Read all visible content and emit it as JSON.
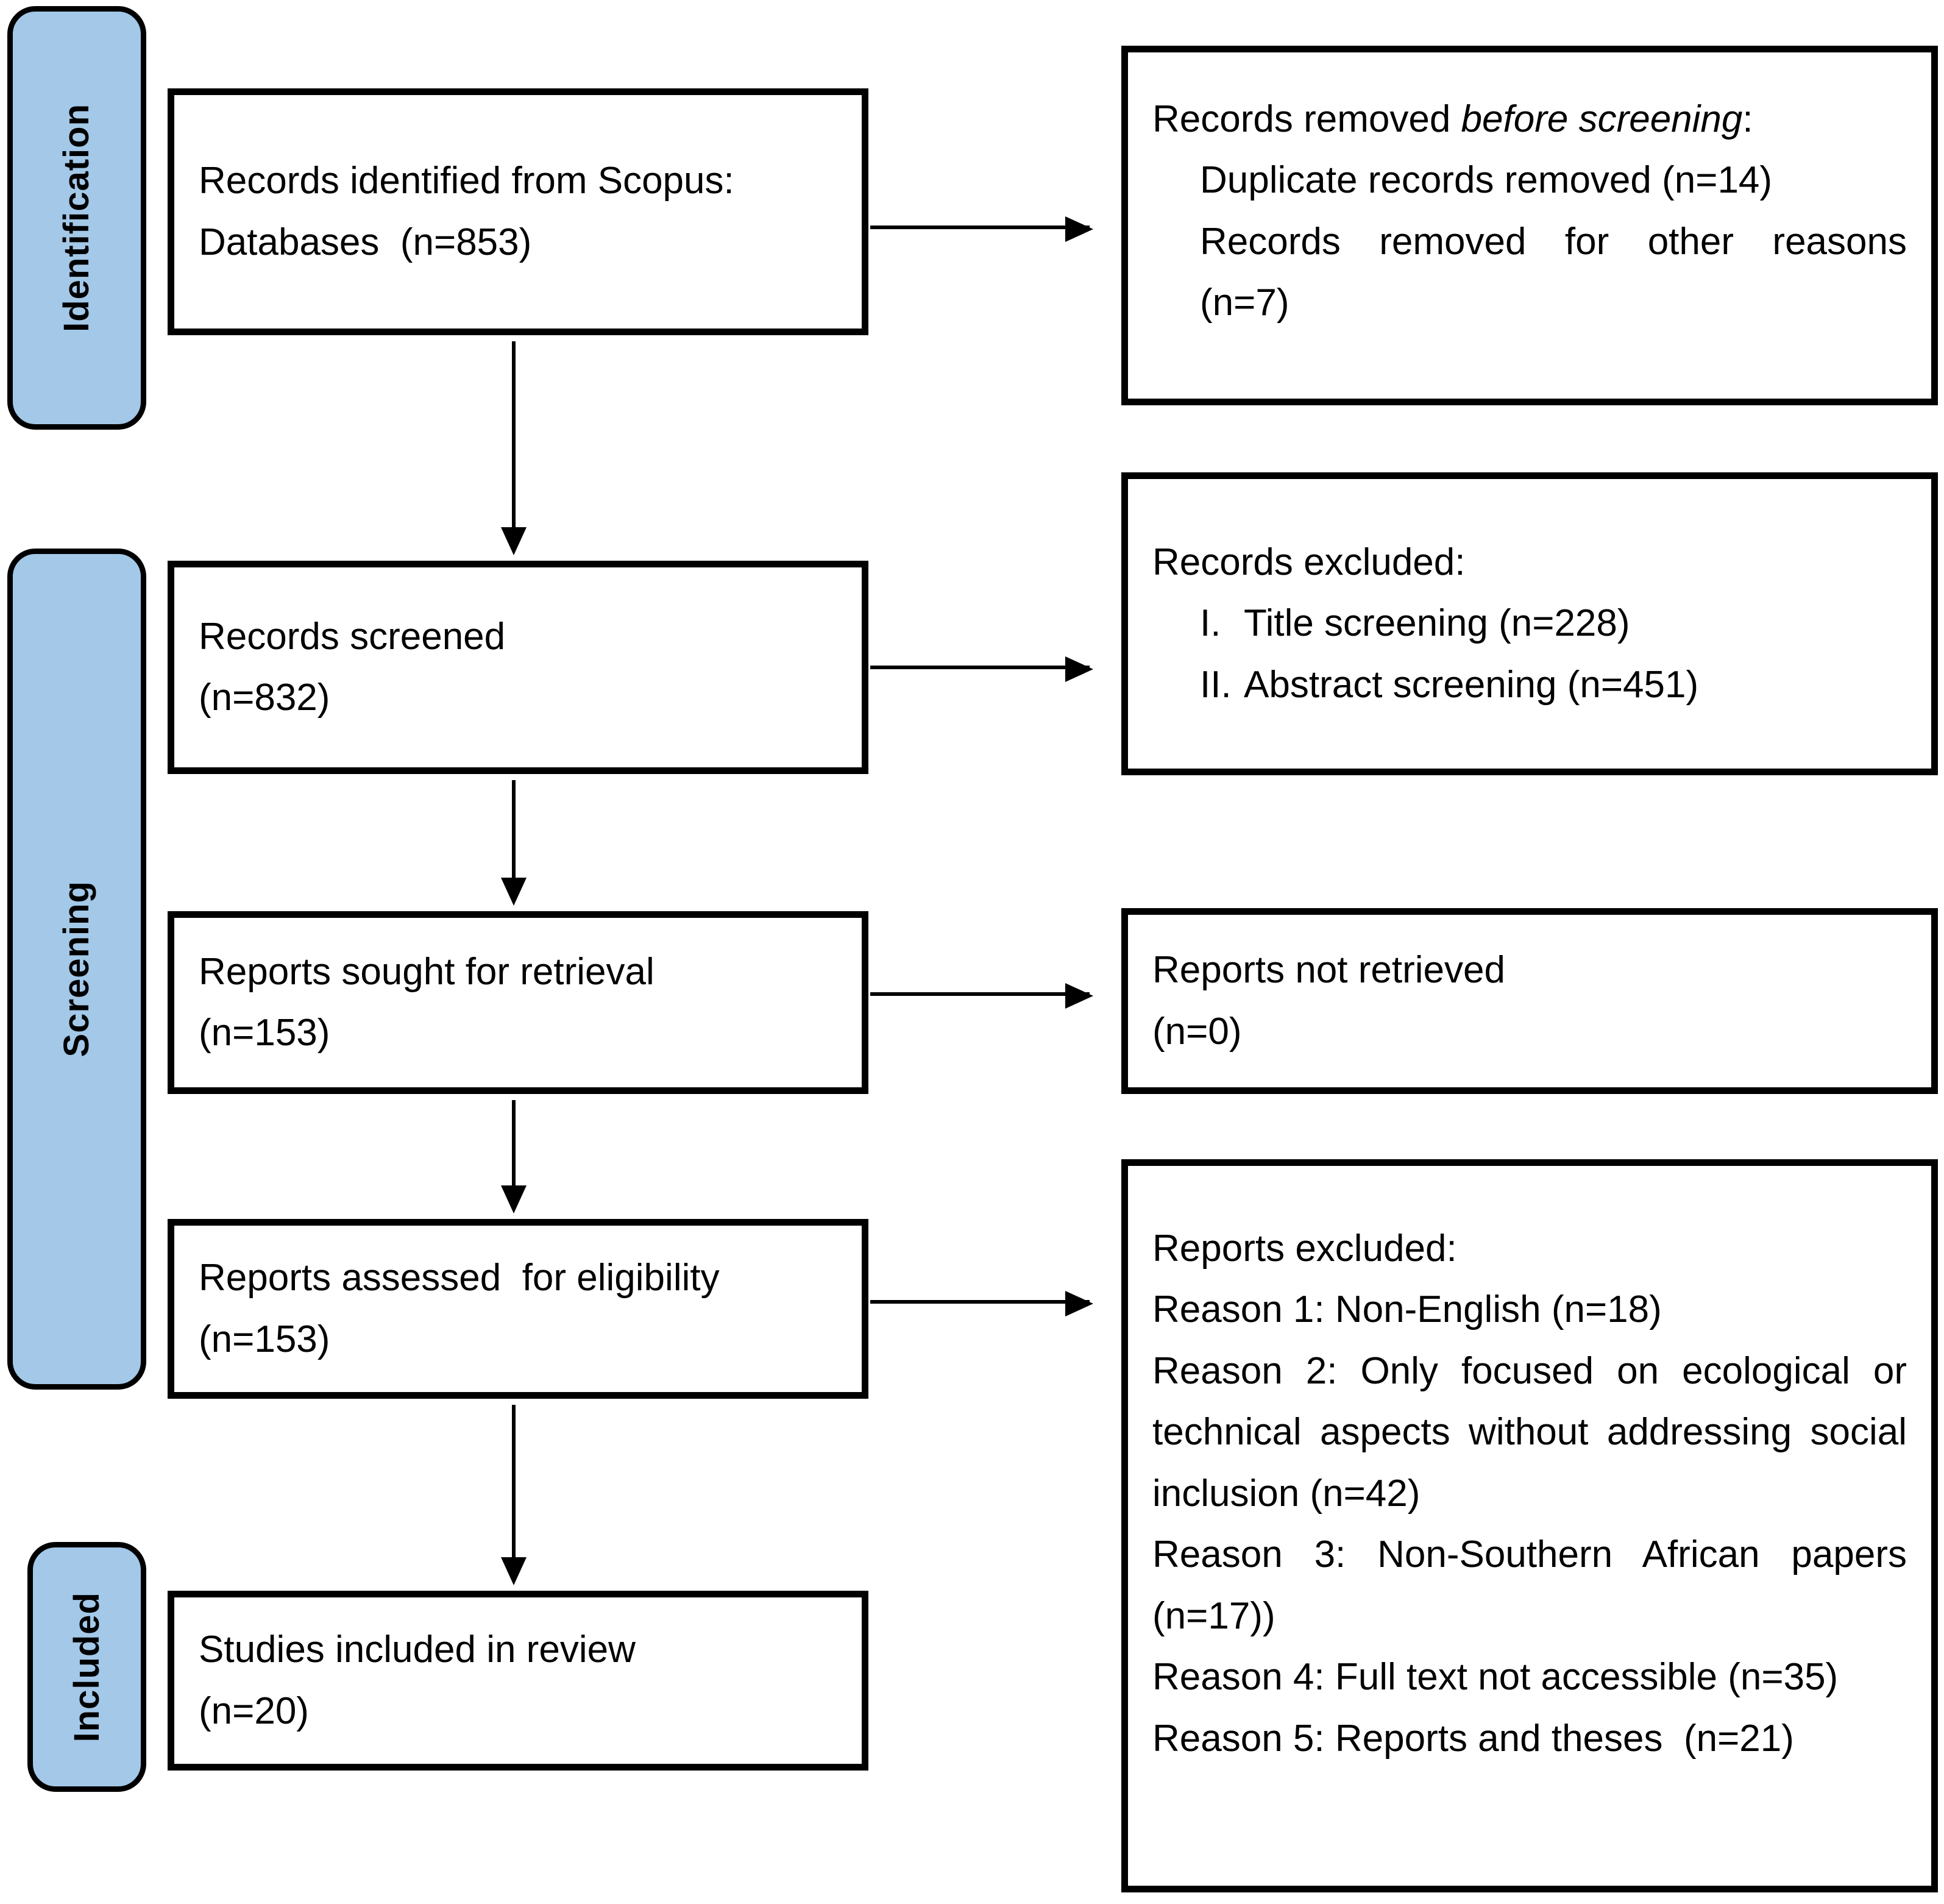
{
  "diagram": {
    "title": "PRISMA 2020 flow diagram",
    "accent_blue": "#a3c8e8",
    "border_color": "#000000",
    "background": "#ffffff"
  },
  "phases": [
    {
      "id": "identification",
      "label": "Identification"
    },
    {
      "id": "screening",
      "label": "Screening"
    },
    {
      "id": "included",
      "label": "Included"
    }
  ],
  "left_boxes": {
    "identified": {
      "line1": "Records identified from Scopus:",
      "line2": "Databases  (n=853)"
    },
    "screened": {
      "line1": "Records screened",
      "line2": "(n=832)"
    },
    "sought": {
      "line1": "Reports sought for retrieval",
      "line2": "(n=153)"
    },
    "assessed": {
      "line1": "Reports assessed  for eligibility",
      "line2": "(n=153)"
    },
    "included": {
      "line1": "Studies included in review",
      "line2": "(n=20)"
    }
  },
  "right_boxes": {
    "removed_before_screening": {
      "heading_plain": "Records removed ",
      "heading_italic": "before screening",
      "heading_tail": ":",
      "items": [
        "Duplicate records removed (n=14)",
        "Records removed for other reasons",
        "(n=7)"
      ]
    },
    "records_excluded": {
      "heading": "Records excluded:",
      "items": [
        {
          "numeral": "I.",
          "text": "Title screening (n=228)"
        },
        {
          "numeral": "II.",
          "text": "Abstract screening (n=451)"
        }
      ]
    },
    "reports_not_retrieved": {
      "line1": "Reports not retrieved",
      "line2": "(n=0)"
    },
    "reports_excluded": {
      "heading": "Reports excluded:",
      "reasons": [
        "Reason 1: Non-English (n=18)",
        "Reason 2: Only focused on ecological or technical aspects without addressing social inclusion (n=42)",
        "Reason 3: Non-Southern African papers (n=17))",
        "Reason 4: Full text not accessible (n=35)",
        "Reason 5: Reports and theses  (n=21)"
      ]
    }
  },
  "chart_data": {
    "type": "flowchart",
    "title": "PRISMA 2020 flow diagram",
    "stages": [
      {
        "phase": "Identification",
        "node": "Records identified from Scopus: Databases",
        "n": 853
      },
      {
        "phase": "Identification",
        "node": "Duplicate records removed",
        "n": 14,
        "kind": "excluded"
      },
      {
        "phase": "Identification",
        "node": "Records removed for other reasons",
        "n": 7,
        "kind": "excluded"
      },
      {
        "phase": "Screening",
        "node": "Records screened",
        "n": 832
      },
      {
        "phase": "Screening",
        "node": "Title screening excluded",
        "n": 228,
        "kind": "excluded"
      },
      {
        "phase": "Screening",
        "node": "Abstract screening excluded",
        "n": 451,
        "kind": "excluded"
      },
      {
        "phase": "Screening",
        "node": "Reports sought for retrieval",
        "n": 153
      },
      {
        "phase": "Screening",
        "node": "Reports not retrieved",
        "n": 0,
        "kind": "excluded"
      },
      {
        "phase": "Screening",
        "node": "Reports assessed for eligibility",
        "n": 153
      },
      {
        "phase": "Screening",
        "node": "Reason 1: Non-English",
        "n": 18,
        "kind": "excluded"
      },
      {
        "phase": "Screening",
        "node": "Reason 2: Only focused on ecological or technical aspects without addressing social inclusion",
        "n": 42,
        "kind": "excluded"
      },
      {
        "phase": "Screening",
        "node": "Reason 3: Non-Southern African papers",
        "n": 17,
        "kind": "excluded"
      },
      {
        "phase": "Screening",
        "node": "Reason 4: Full text not accessible",
        "n": 35,
        "kind": "excluded"
      },
      {
        "phase": "Screening",
        "node": "Reason 5: Reports and theses",
        "n": 21,
        "kind": "excluded"
      },
      {
        "phase": "Included",
        "node": "Studies included in review",
        "n": 20
      }
    ]
  }
}
